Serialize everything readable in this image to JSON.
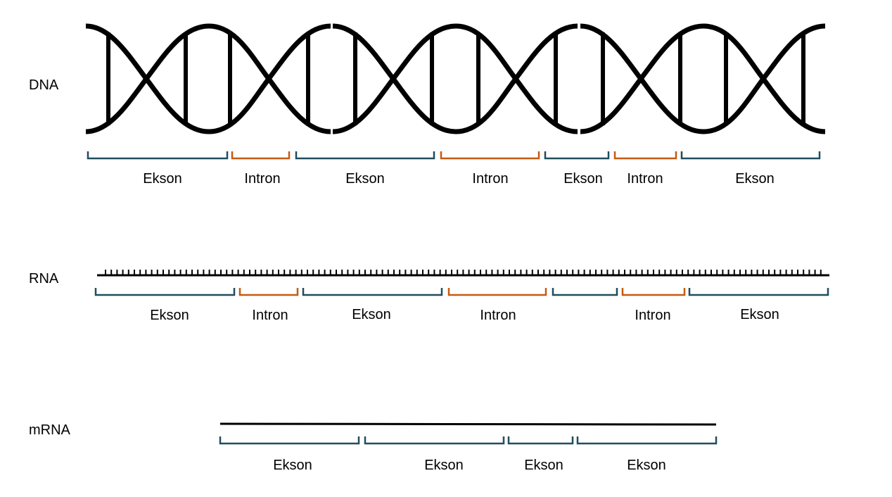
{
  "colors": {
    "exon": "#1f4e5f",
    "intron": "#c55a11",
    "strand": "#000000"
  },
  "rows": {
    "dna": {
      "label": "DNA",
      "segments": [
        {
          "type": "exon",
          "label": "Ekson"
        },
        {
          "type": "intron",
          "label": "Intron"
        },
        {
          "type": "exon",
          "label": "Ekson"
        },
        {
          "type": "intron",
          "label": "Intron"
        },
        {
          "type": "exon",
          "label": "Ekson"
        },
        {
          "type": "intron",
          "label": "Intron"
        },
        {
          "type": "exon",
          "label": "Ekson"
        }
      ]
    },
    "rna": {
      "label": "RNA",
      "segments": [
        {
          "type": "exon",
          "label": "Ekson"
        },
        {
          "type": "intron",
          "label": "Intron"
        },
        {
          "type": "exon",
          "label": "Ekson"
        },
        {
          "type": "intron",
          "label": "Intron"
        },
        {
          "type": "exon",
          "label": ""
        },
        {
          "type": "intron",
          "label": "Intron"
        },
        {
          "type": "exon",
          "label": "Ekson"
        }
      ]
    },
    "mrna": {
      "label": "mRNA",
      "segments": [
        {
          "type": "exon",
          "label": "Ekson"
        },
        {
          "type": "exon",
          "label": "Ekson"
        },
        {
          "type": "exon",
          "label": "Ekson"
        },
        {
          "type": "exon",
          "label": "Ekson"
        }
      ]
    }
  }
}
